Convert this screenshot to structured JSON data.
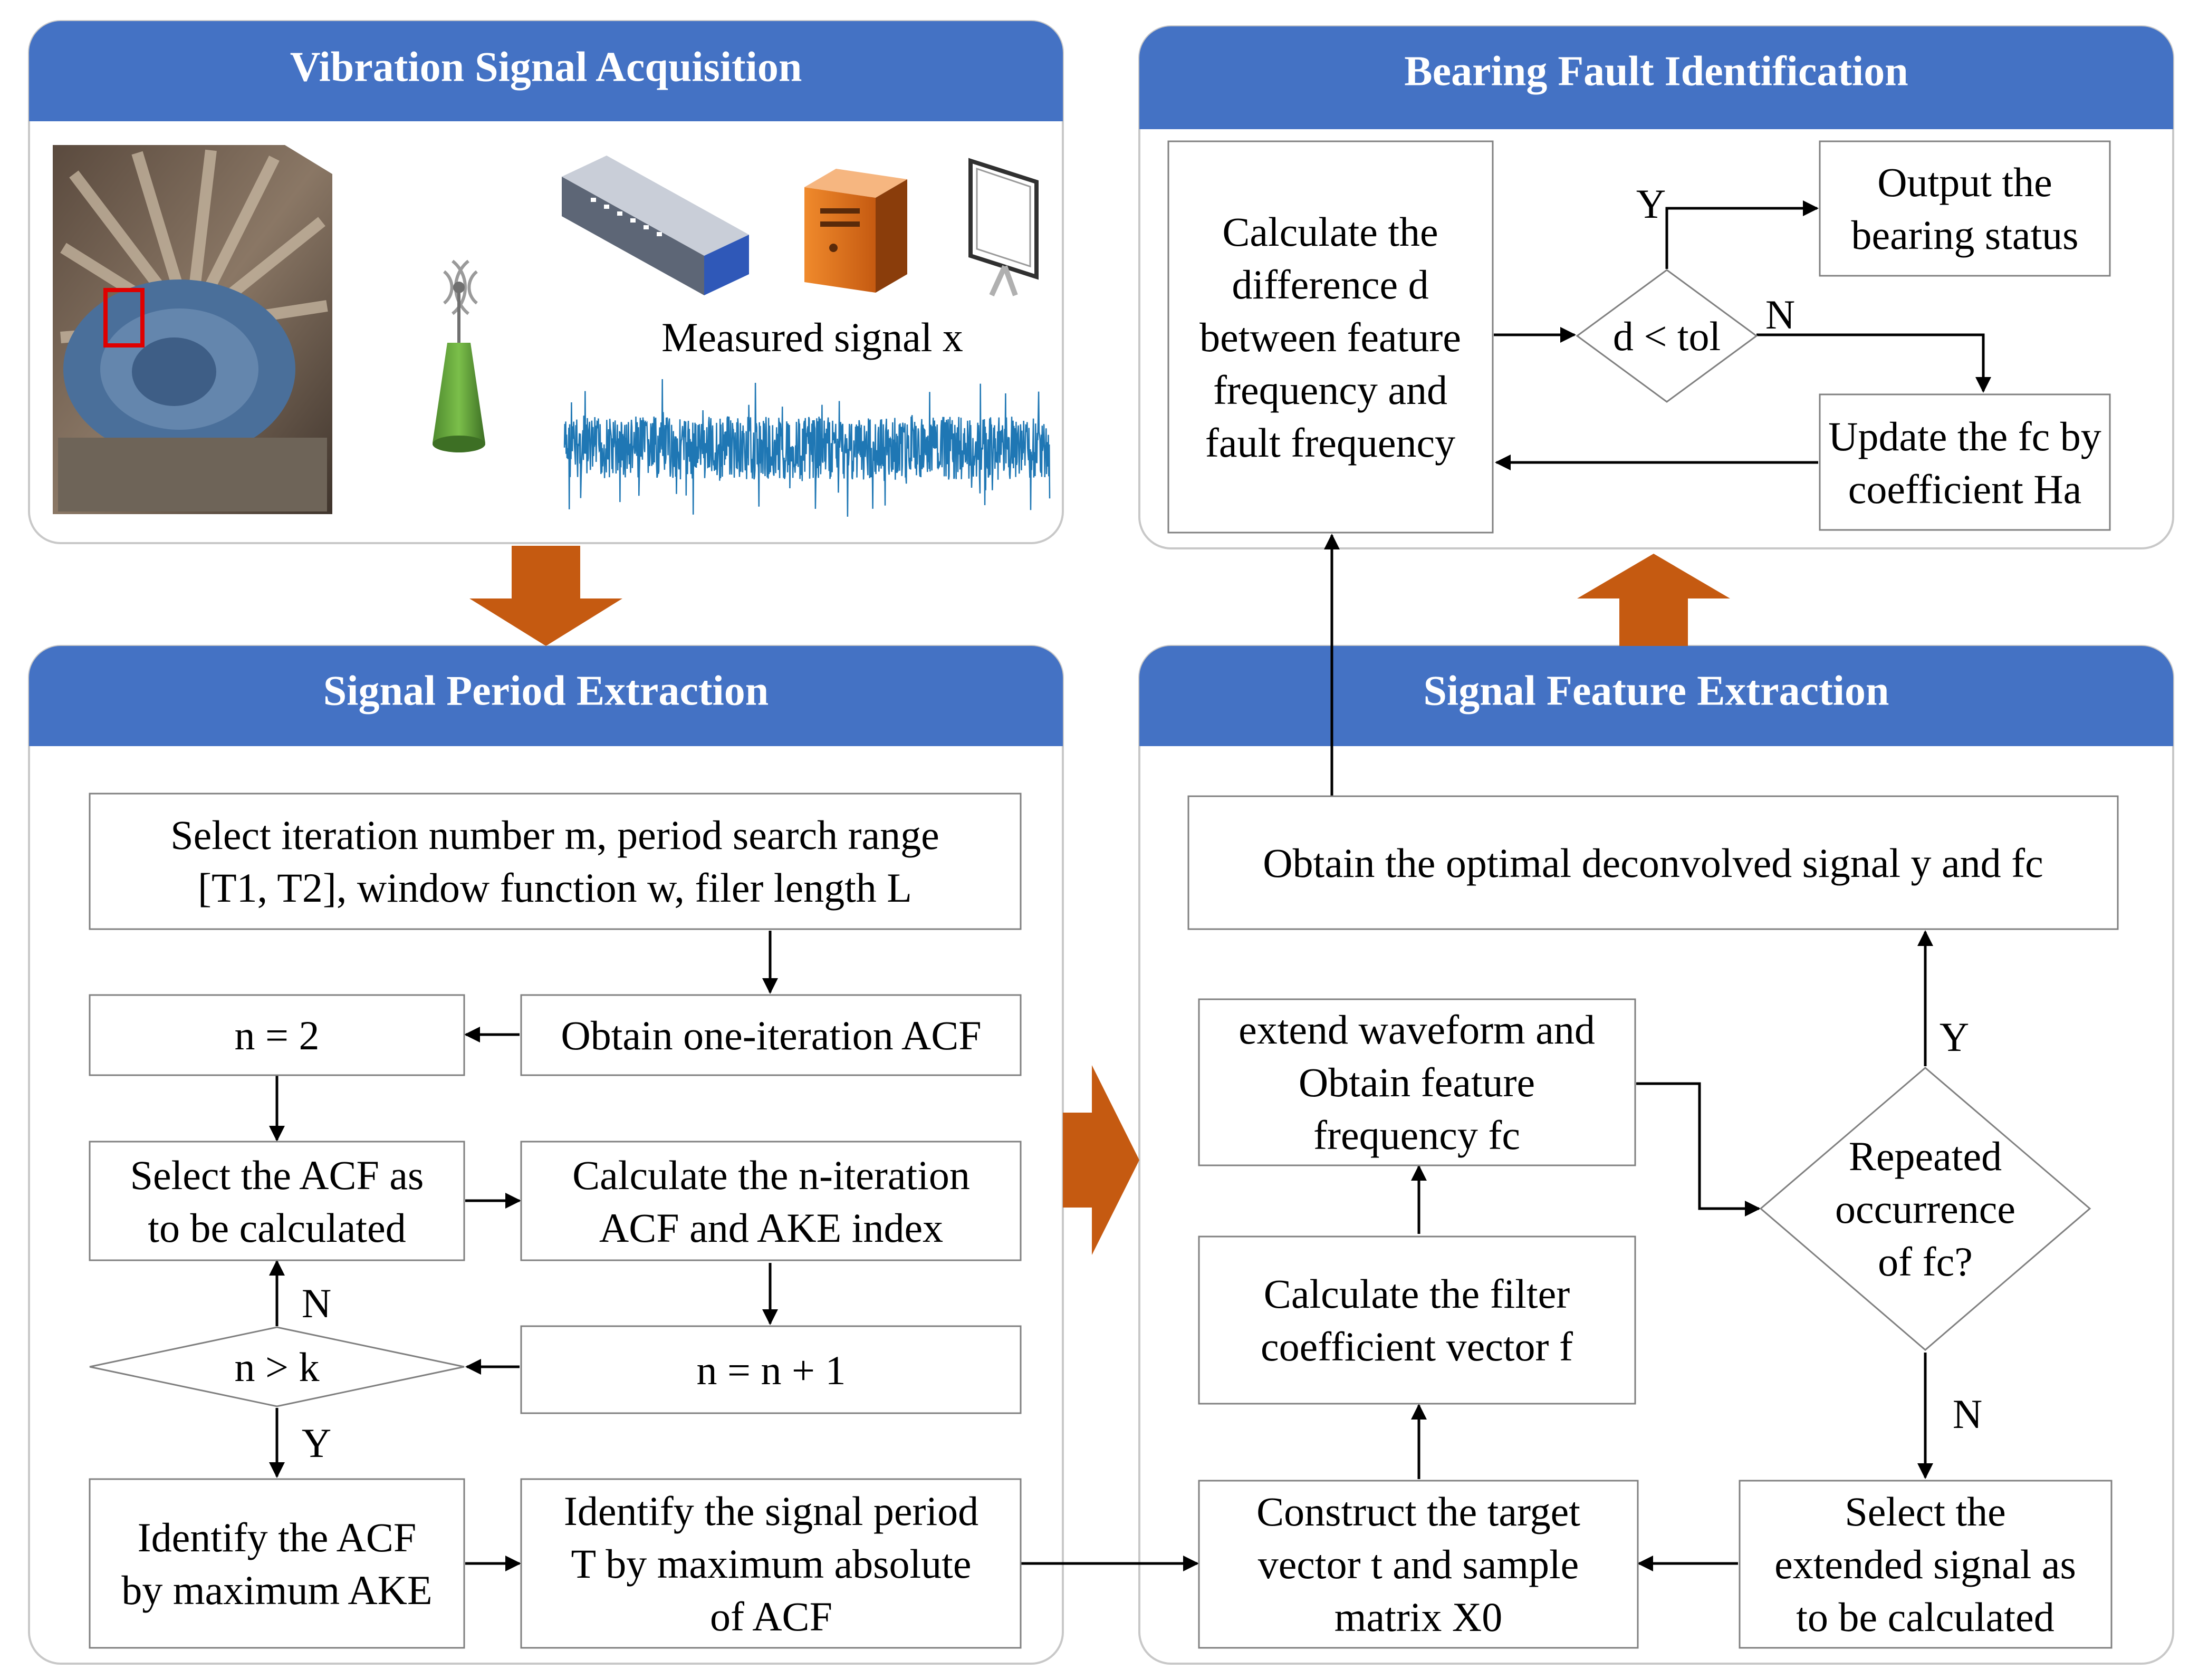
{
  "panels": {
    "acquisition": "Vibration Signal Acquisition",
    "fault": "Bearing Fault Identification",
    "period": "Signal Period Extraction",
    "feature": "Signal Feature Extraction"
  },
  "acquisition": {
    "measured_signal": "Measured signal x"
  },
  "nodes": {
    "select_params": [
      "Select iteration number m,  period search range",
      "[T1, T2], window function w, filer length L"
    ],
    "obtain_acf": [
      "Obtain one-iteration ACF"
    ],
    "n_equals_2": [
      "n = 2"
    ],
    "select_acf": [
      "Select the ACF as",
      "to be calculated"
    ],
    "calc_n_iter": [
      "Calculate the n-iteration",
      "ACF and AKE index"
    ],
    "n_plus_1": [
      "n = n + 1"
    ],
    "decision_n_k": [
      "n > k"
    ],
    "identify_acf": [
      "Identify the ACF",
      "by maximum AKE"
    ],
    "identify_period": [
      "Identify the signal period",
      "T by maximum absolute",
      "of ACF"
    ],
    "obtain_optimal": [
      "Obtain the optimal deconvolved signal y and fc"
    ],
    "extend_waveform": [
      "extend waveform and",
      "Obtain feature",
      "frequency fc"
    ],
    "calc_filter": [
      "Calculate the filter",
      "coefficient vector f"
    ],
    "construct_target": [
      "Construct the target",
      "vector t and sample",
      "matrix X0"
    ],
    "decision_repeated": [
      "Repeated",
      "occurrence",
      "of fc?"
    ],
    "select_extended": [
      "Select the",
      "extended signal as",
      "to be calculated"
    ],
    "calc_difference": [
      "Calculate the",
      "difference d",
      "between feature",
      "frequency and",
      "fault frequency"
    ],
    "decision_tol": [
      "d < tol"
    ],
    "output_status": [
      "Output the",
      "bearing status"
    ],
    "update_fc": [
      "Update the fc  by",
      "coefficient Ha"
    ]
  },
  "edge_labels": {
    "n_k_no": "N",
    "n_k_yes": "Y",
    "repeated_yes": "Y",
    "repeated_no": "N",
    "tol_yes": "Y",
    "tol_no": "N"
  },
  "colors": {
    "panel_header": "#4472c4",
    "big_arrow": "#c55a11",
    "signal": "#1f77b4"
  },
  "icons": [
    "fan-machine-photo",
    "wireless-sensor-icon",
    "data-acquisition-device-icon",
    "server-icon",
    "display-screen-icon"
  ]
}
